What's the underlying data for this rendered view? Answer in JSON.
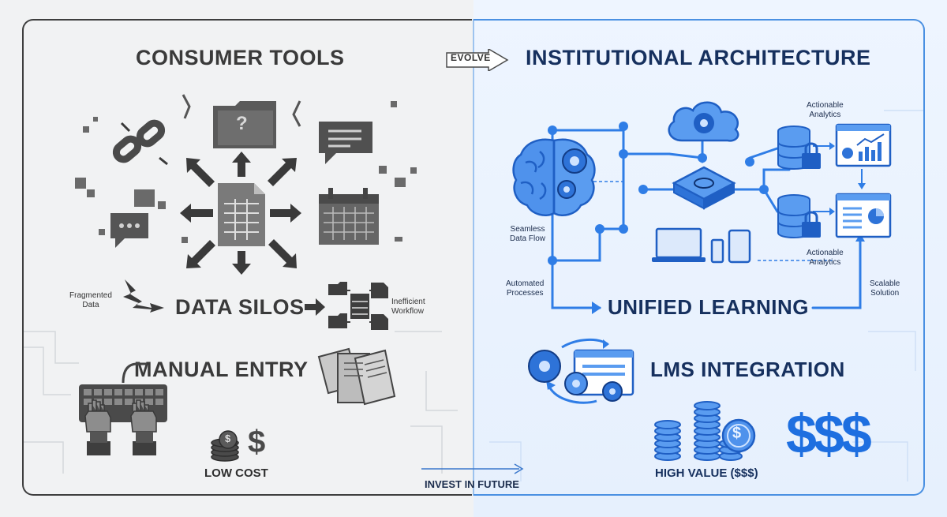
{
  "left": {
    "title": "CONSUMER TOOLS",
    "data_silos": "DATA SILOS",
    "fragmented": [
      "Fragmented",
      "Data"
    ],
    "inefficient": [
      "Inefficient",
      "Workflow"
    ],
    "manual_entry": "MANUAL ENTRY",
    "low_cost": "LOW COST",
    "folder_glyph": "?",
    "dollar_glyph": "$"
  },
  "center": {
    "evolve": "EVOLVE",
    "invest": "INVEST IN FUTURE"
  },
  "right": {
    "title": "INSTITUTIONAL ARCHITECTURE",
    "actionable_top": [
      "Actionable",
      "Analytics"
    ],
    "actionable_mid": [
      "Actionable",
      "Analytics"
    ],
    "seamless": [
      "Seamless",
      "Data Flow"
    ],
    "automated": [
      "Automated",
      "Processes"
    ],
    "scalable": [
      "Scalable",
      "Solution"
    ],
    "unified": "UNIFIED LEARNING",
    "lms": "LMS INTEGRATION",
    "high_value": "HIGH VALUE ($$$)",
    "big_dollars": "$$$",
    "coin_glyph": "$"
  },
  "colors": {
    "left_bg": "#f1f2f3",
    "right_bg": "#eaf2fe",
    "left_frame": "#3e3e3e",
    "right_frame": "#4a90e2",
    "accent_blue": "#1e6fe0",
    "navy": "#16305e",
    "gray_icon": "#5b5b5b"
  },
  "icons": {
    "left": [
      "broken-link-icon",
      "folder-question-icon",
      "chat-bubble-icon",
      "spreadsheet-icon",
      "calendar-icon",
      "message-bubble-icon",
      "lightning-icon",
      "workflow-icon",
      "documents-icon",
      "keyboard-hands-icon",
      "coin-stack-icon",
      "dollar-icon"
    ],
    "right": [
      "brain-gears-icon",
      "cloud-gear-icon",
      "hub-node-icon",
      "devices-icon",
      "database-lock-icon",
      "analytics-dashboard-icon",
      "gears-window-icon",
      "coin-stacks-icon",
      "dollars-icon"
    ]
  }
}
